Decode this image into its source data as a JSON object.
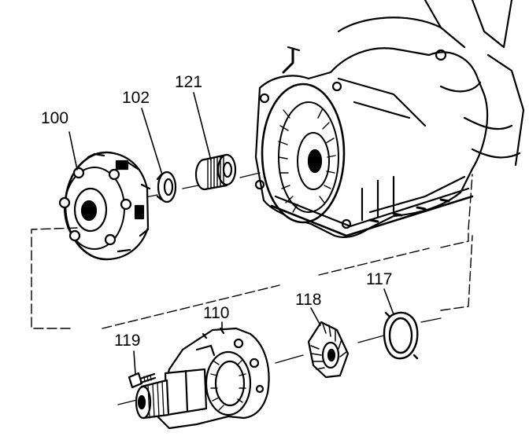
{
  "callouts": [
    {
      "id": "100",
      "label": "100"
    },
    {
      "id": "102",
      "label": "102"
    },
    {
      "id": "121",
      "label": "121"
    },
    {
      "id": "110",
      "label": "110"
    },
    {
      "id": "118",
      "label": "118"
    },
    {
      "id": "117",
      "label": "117"
    },
    {
      "id": "119",
      "label": "119"
    }
  ],
  "colors": {
    "ink": "#000000",
    "paper": "#ffffff"
  }
}
